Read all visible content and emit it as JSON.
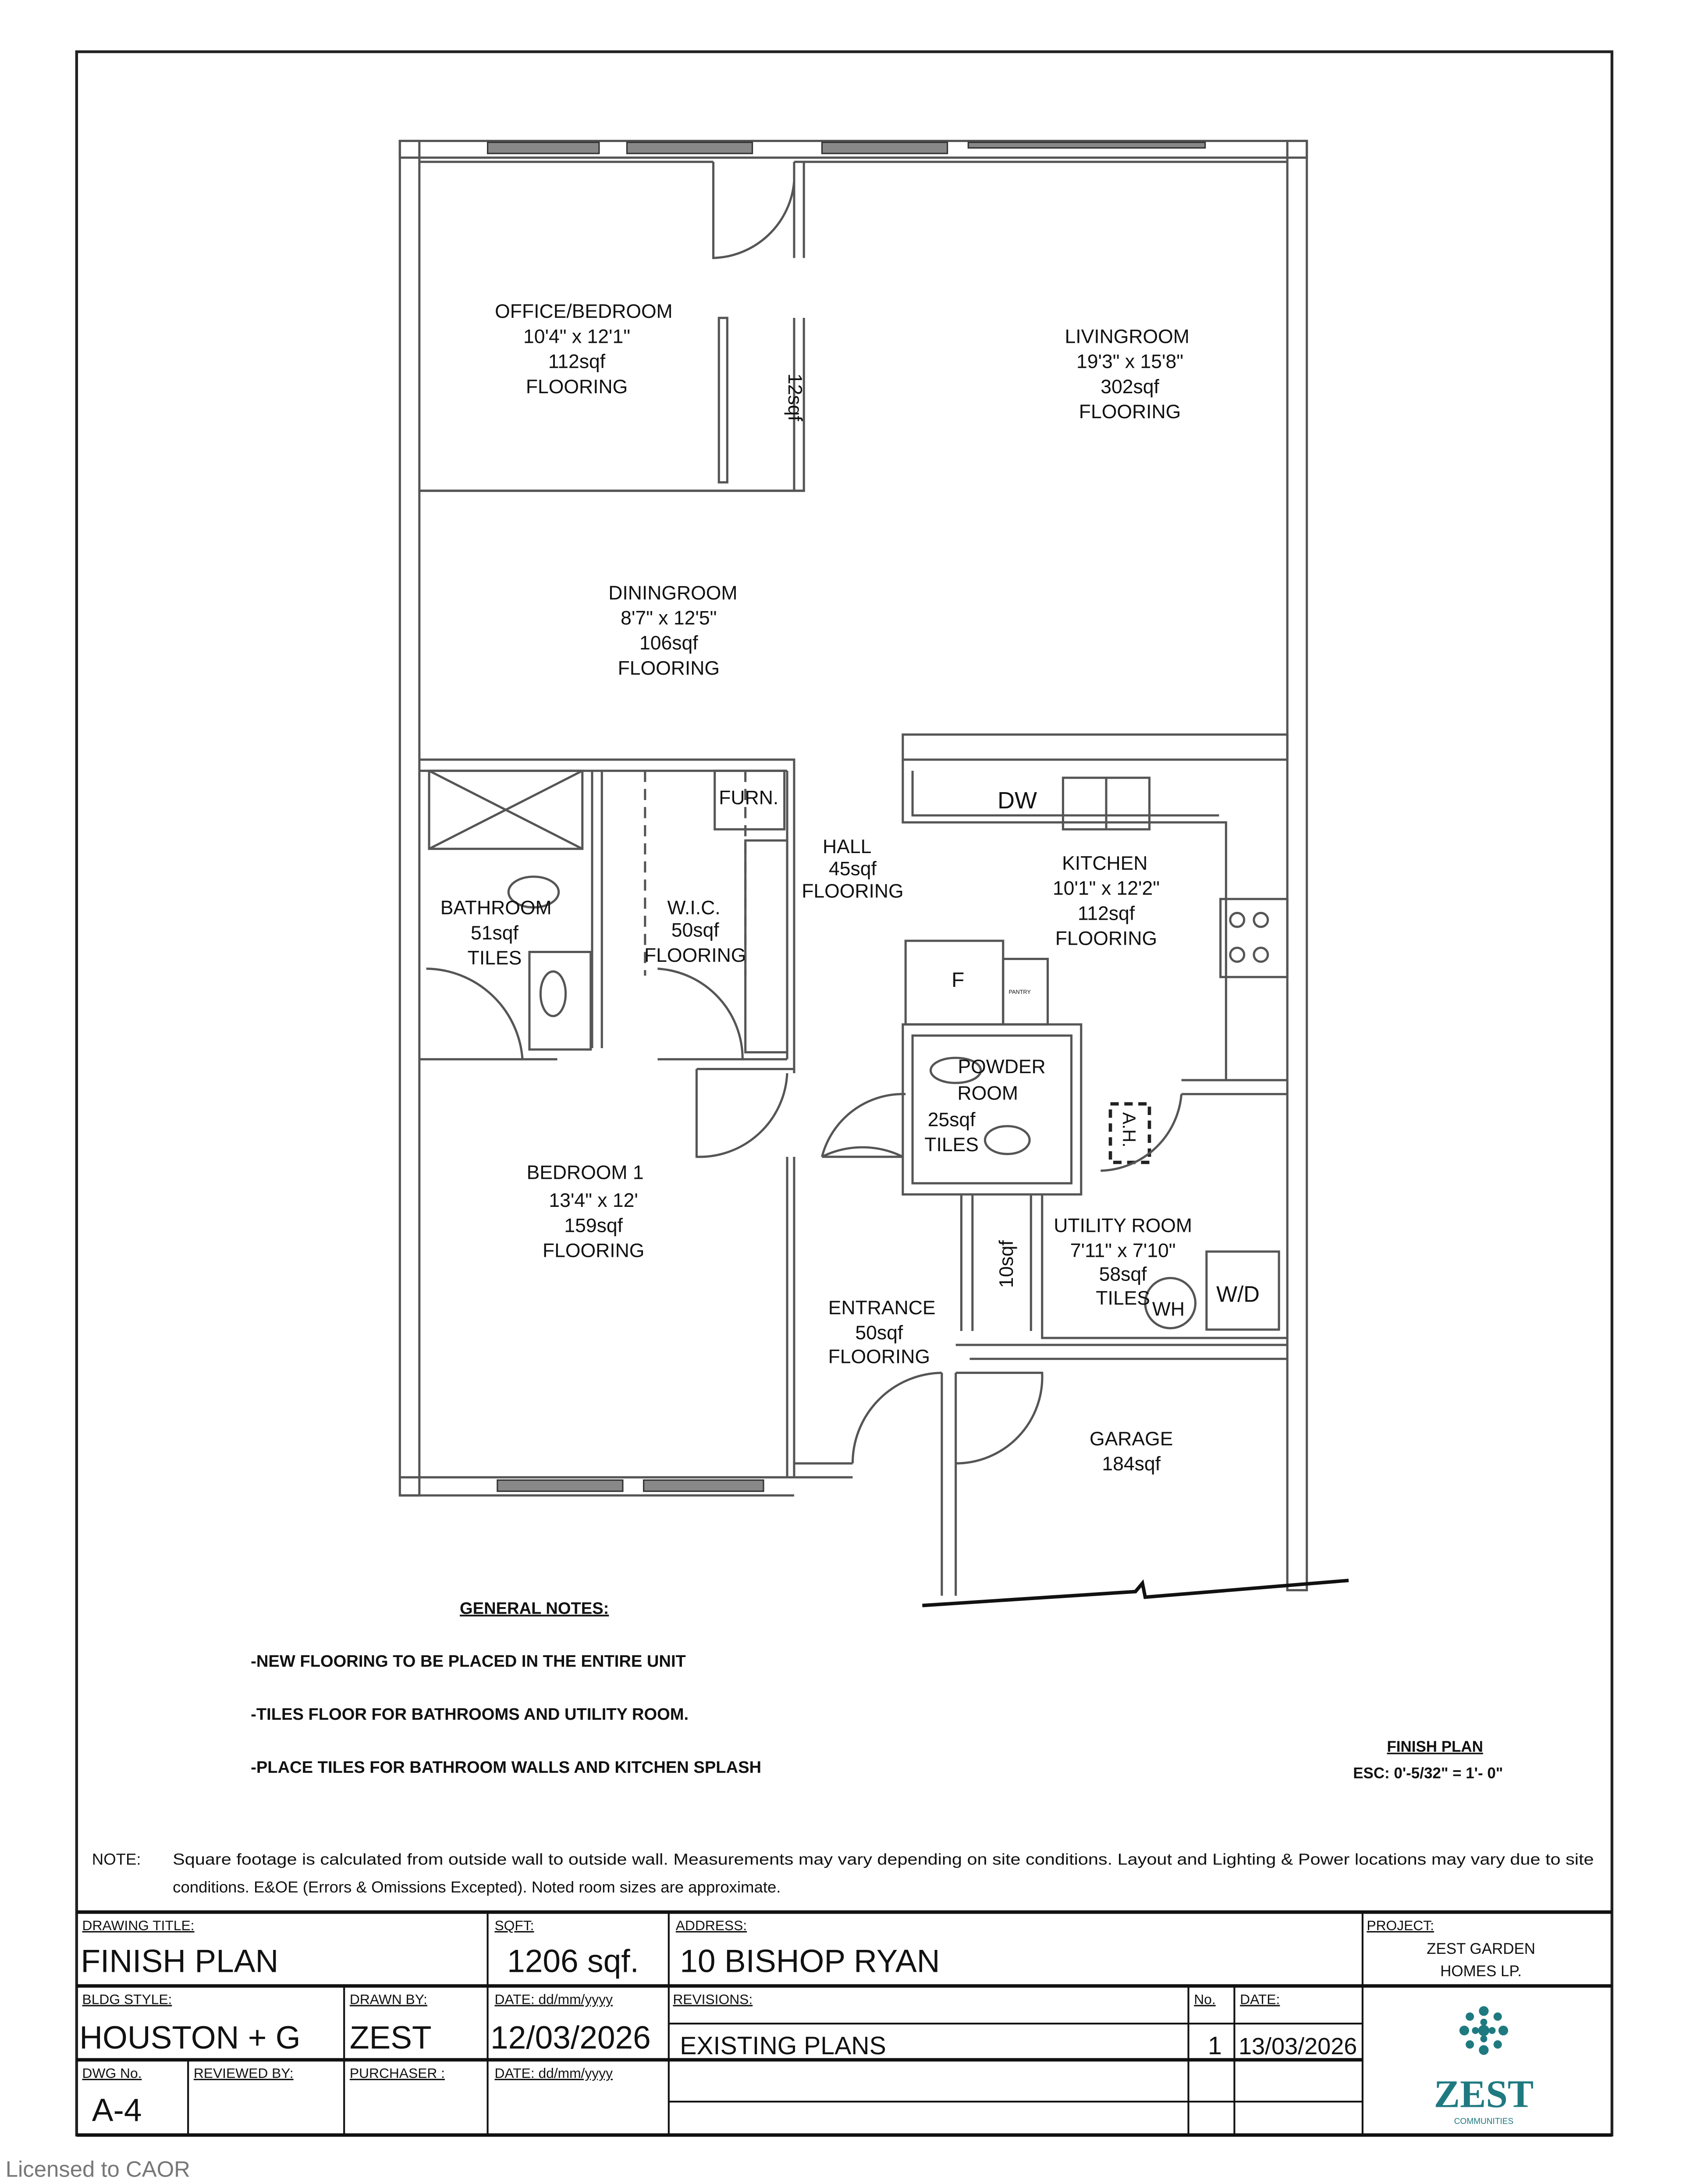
{
  "rooms": {
    "office": [
      "OFFICE/BEDROOM",
      "10'4\" x 12'1\"",
      "112sqf",
      "FLOORING"
    ],
    "living": [
      "LIVINGROOM",
      "19'3\" x 15'8\"",
      "302sqf",
      "FLOORING"
    ],
    "dining": [
      "DININGROOM",
      "8'7\" x 12'5\"",
      "106sqf",
      "FLOORING"
    ],
    "bathroom": [
      "BATHROOM",
      "51sqf",
      "TILES"
    ],
    "wic": [
      "W.I.C.",
      "50sqf",
      "FLOORING"
    ],
    "hall": [
      "HALL",
      "45sqf",
      "FLOORING"
    ],
    "kitchen": [
      "KITCHEN",
      "10'1\" x 12'2\"",
      "112sqf",
      "FLOORING"
    ],
    "powder": [
      "POWDER",
      "ROOM",
      "25sqf",
      "TILES"
    ],
    "bedroom1": [
      "BEDROOM 1",
      "13'4\" x 12'",
      "159sqf",
      "FLOORING"
    ],
    "utility": [
      "UTILITY ROOM",
      "7'11\" x 7'10\"",
      "58sqf",
      "TILES"
    ],
    "entrance": [
      "ENTRANCE",
      "50sqf",
      "FLOORING"
    ],
    "garage": [
      "GARAGE",
      "184sqf"
    ],
    "closet_office": "12sqf",
    "closet_entrance": "10sqf"
  },
  "fixtures": {
    "furnace": "FURN.",
    "dishwasher": "DW",
    "fridge": "F",
    "pantry": "PANTRY",
    "air_handler": "A.H.",
    "water_heater": "WH",
    "washer_dryer": "W/D"
  },
  "general_notes": {
    "title": "GENERAL NOTES:",
    "items": [
      "-NEW FLOORING TO BE PLACED IN THE ENTIRE UNIT",
      "-TILES FLOOR FOR BATHROOMS AND UTILITY ROOM.",
      "-PLACE TILES FOR BATHROOM WALLS AND KITCHEN SPLASH"
    ]
  },
  "scale": {
    "title": "FINISH PLAN",
    "value": "ESC: 0'-5/32\" = 1'- 0\""
  },
  "note": {
    "label": "NOTE:",
    "line1": "Square footage is calculated from outside wall to outside wall. Measurements may vary depending on site conditions. Layout and Lighting & Power locations may vary due to site",
    "line2": "conditions. E&OE (Errors & Omissions Excepted). Noted room sizes are approximate."
  },
  "title_block": {
    "drawing_title_label": "DRAWING TITLE:",
    "drawing_title": "FINISH PLAN",
    "sqft_label": "SQFT:",
    "sqft": "1206 sqf.",
    "address_label": "ADDRESS:",
    "address": "10 BISHOP RYAN",
    "project_label": "PROJECT:",
    "project_line1": "ZEST GARDEN",
    "project_line2": "HOMES LP.",
    "bldg_style_label": "BLDG STYLE:",
    "bldg_style": "HOUSTON + G",
    "drawn_by_label": "DRAWN BY:",
    "drawn_by": "ZEST",
    "date_label": "DATE: dd/mm/yyyy",
    "date": "12/03/2026",
    "revisions_label": "REVISIONS:",
    "no_label": "No.",
    "rev_date_label": "DATE:",
    "revision": "EXISTING PLANS",
    "revision_no": "1",
    "revision_date": "13/03/2026",
    "dwg_no_label": "DWG No.",
    "dwg_no": "A-4",
    "reviewed_by_label": "REVIEWED BY:",
    "purchaser_label": "PURCHASER :",
    "date2_label": "DATE: dd/mm/yyyy"
  },
  "logo": {
    "name": "ZEST",
    "sub": "COMMUNITIES",
    "color": "#1f7a80"
  },
  "watermark": "Licensed to CAOR"
}
